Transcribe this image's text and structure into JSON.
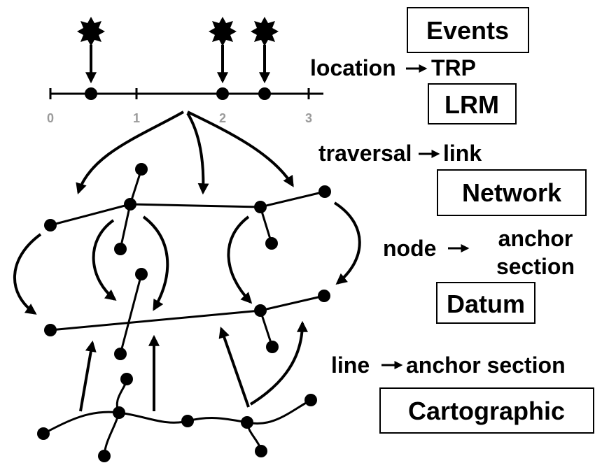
{
  "layers": {
    "events": "Events",
    "lrm": "LRM",
    "network": "Network",
    "datum": "Datum",
    "cartographic": "Cartographic"
  },
  "relations": {
    "events_lrm": {
      "from": "location",
      "to": "TRP"
    },
    "lrm_network": {
      "from": "traversal",
      "to": "link"
    },
    "network_datum": {
      "from": "node",
      "to_line1": "anchor",
      "to_line2": "section"
    },
    "datum_cartographic": {
      "from": "line",
      "to": "anchor section"
    }
  },
  "lrm_scale": {
    "ticks": [
      "0",
      "1",
      "2",
      "3"
    ],
    "event_positions": [
      0.5,
      2.0,
      2.5
    ]
  }
}
